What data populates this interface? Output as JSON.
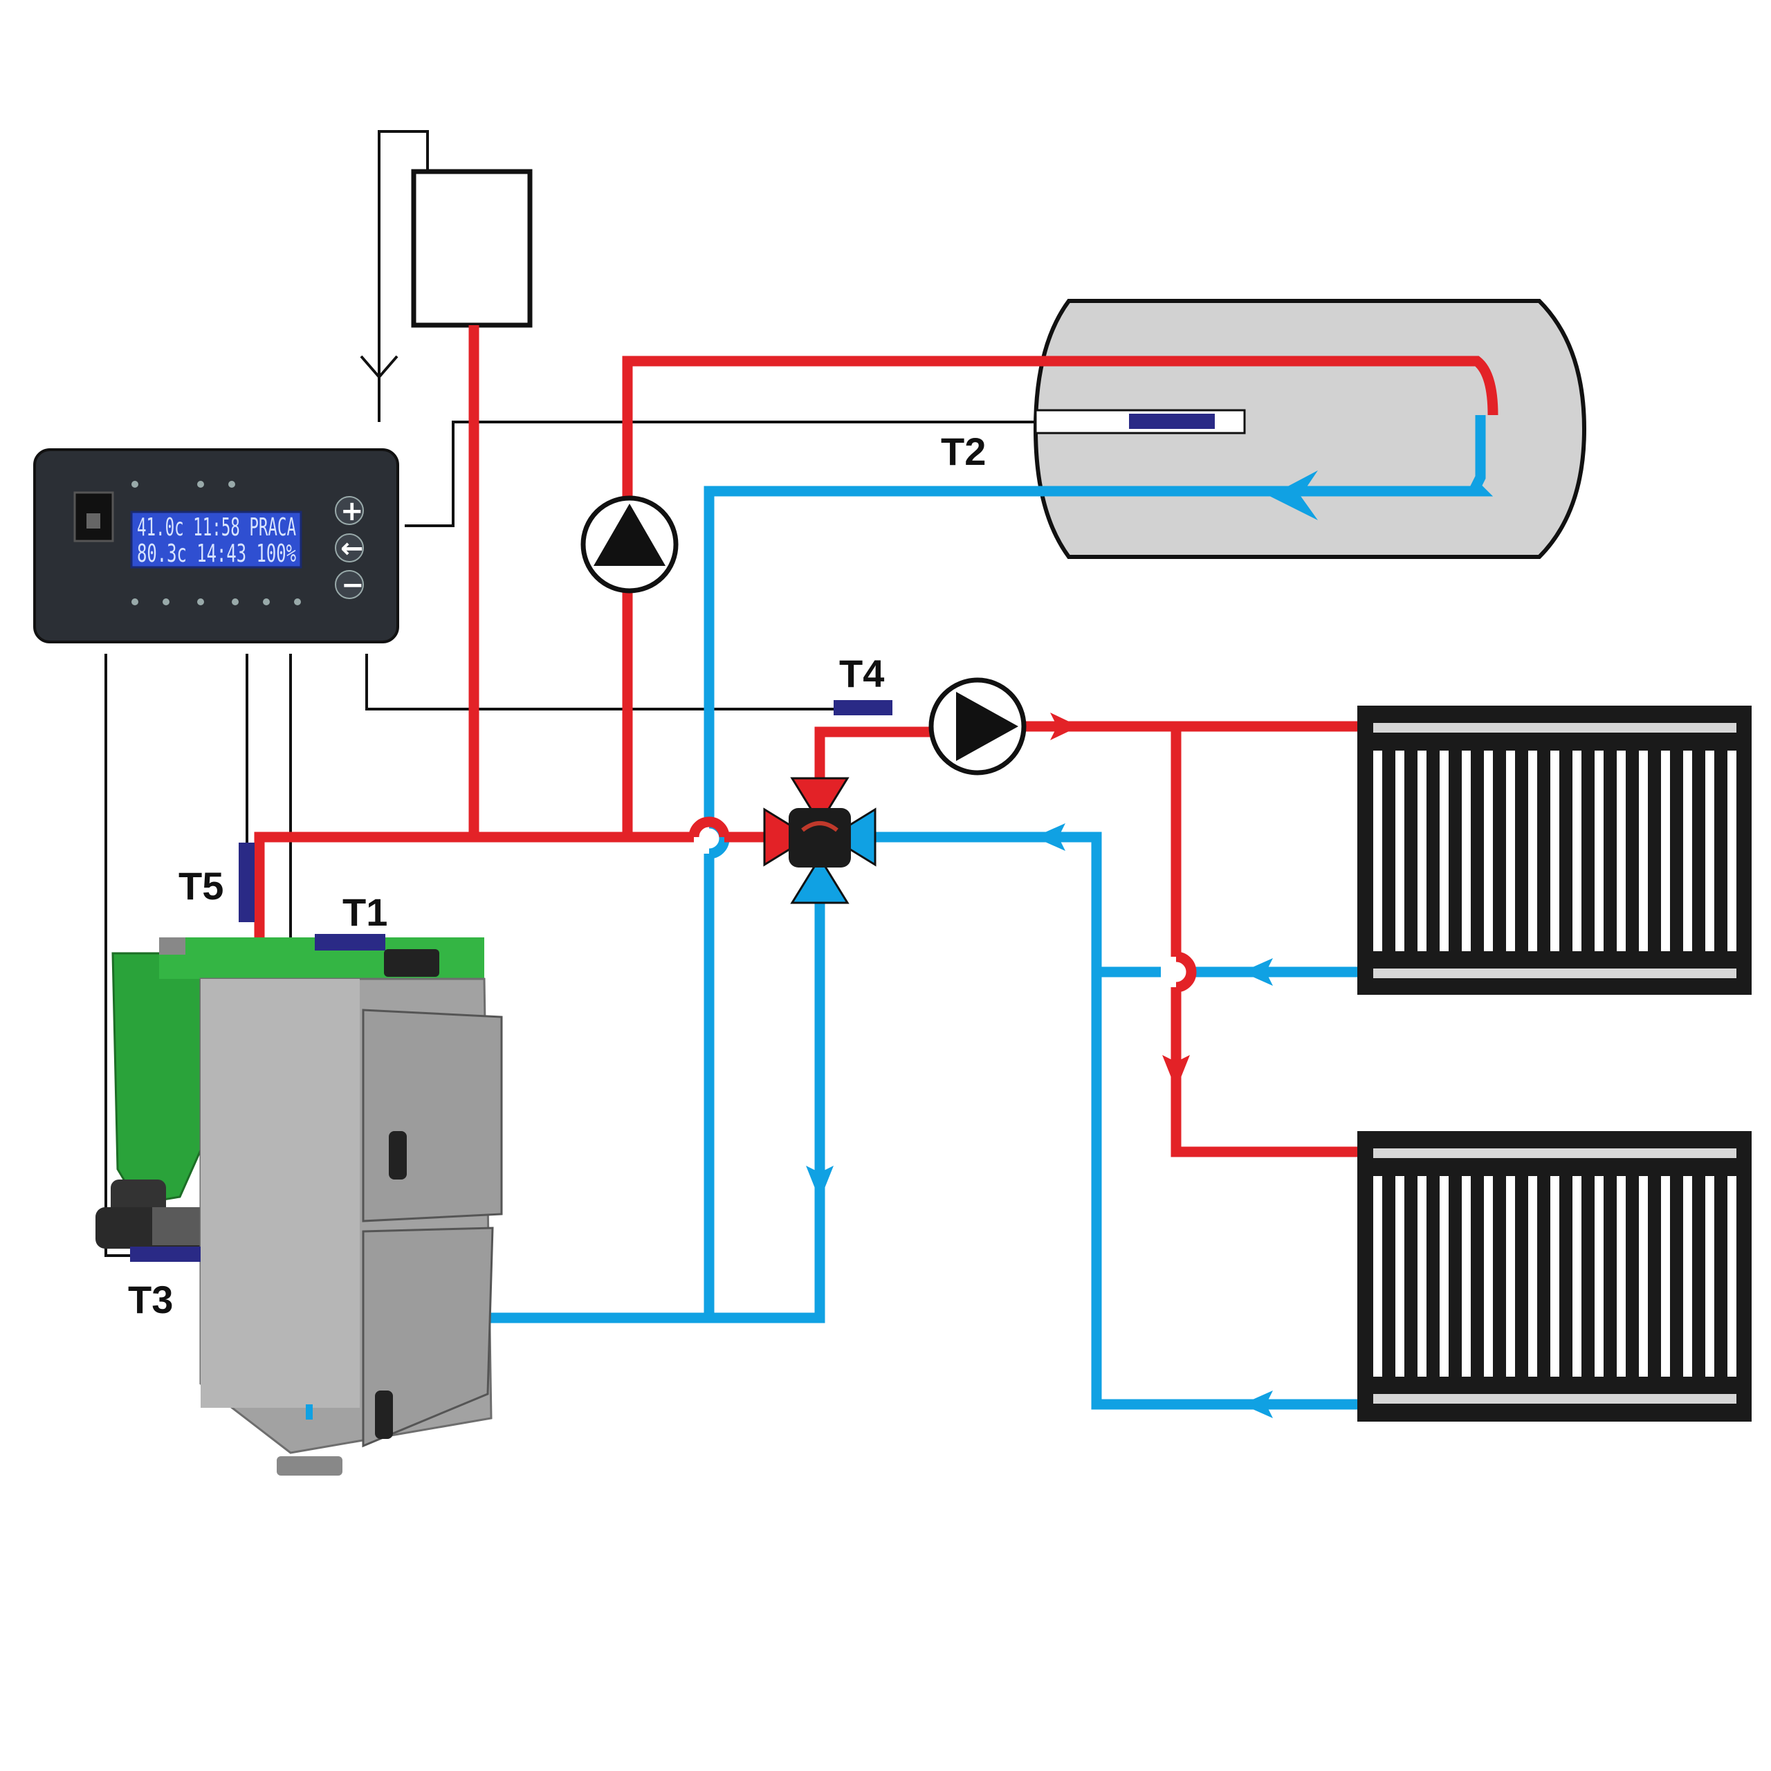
{
  "colors": {
    "hot_pipe": "#e32227",
    "cold_pipe": "#10a1e3",
    "sensor": "#2a2a86",
    "wire": "#111111",
    "boiler_body": "#a2a2a2",
    "boiler_hopper": "#2aa33a",
    "tank_fill": "#d2d2d2",
    "radiator": "#1a1a1a",
    "controller": "#2b2f35",
    "lcd": "#2f4fd1"
  },
  "sensors": {
    "t1": "T1",
    "t2": "T2",
    "t3": "T3",
    "t4": "T4",
    "t5": "T5"
  },
  "controller": {
    "lcd_line_1": "41.0c 11:58 PRACA",
    "lcd_line_2": "80.3c 14:43  100%",
    "buttons": [
      "+",
      "←",
      "−"
    ]
  },
  "icons": [
    "pump-icon",
    "mixing-valve-icon",
    "flow-arrow-icon",
    "antenna-icon"
  ]
}
